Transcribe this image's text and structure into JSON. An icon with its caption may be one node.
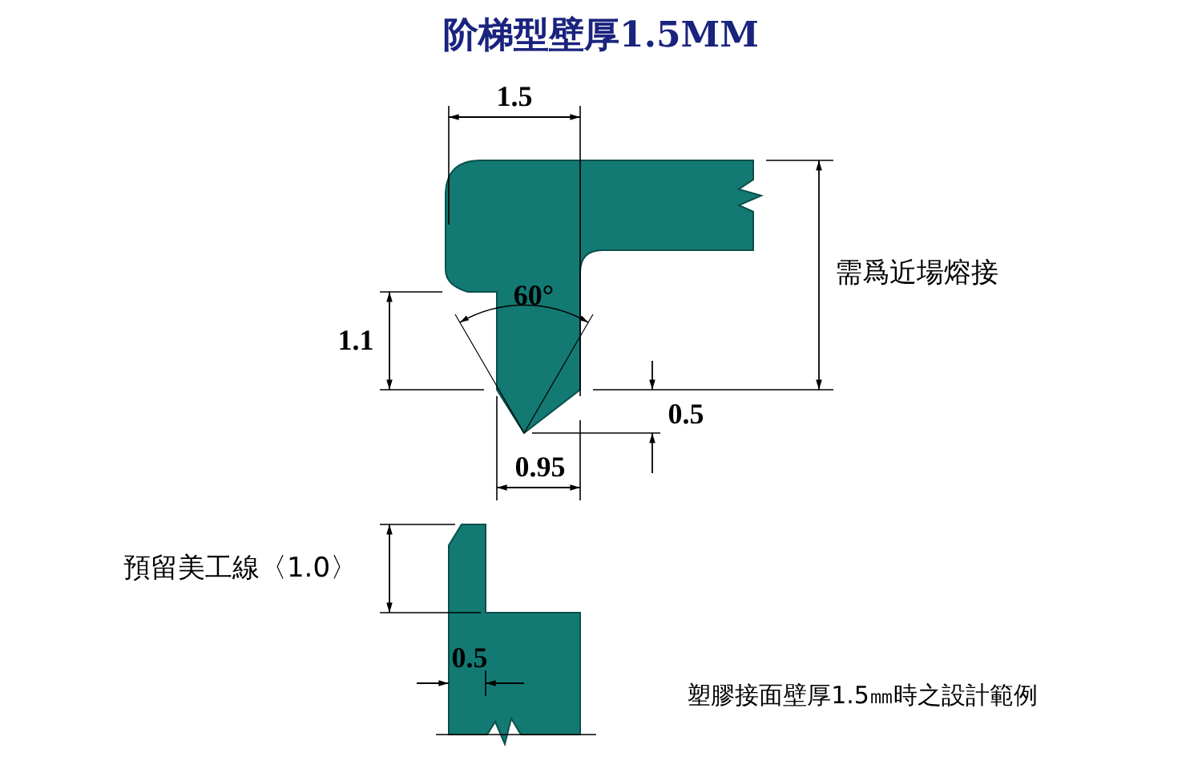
{
  "diagram": {
    "title": "阶梯型壁厚1.5MM",
    "caption": "塑膠接面壁厚1.5㎜時之設計範例",
    "labels": [
      "1.5",
      "60°",
      "1.1",
      "需爲近場熔接",
      "0.5",
      "0.95",
      "預留美工線〈1.0〉",
      "0.5"
    ]
  }
}
